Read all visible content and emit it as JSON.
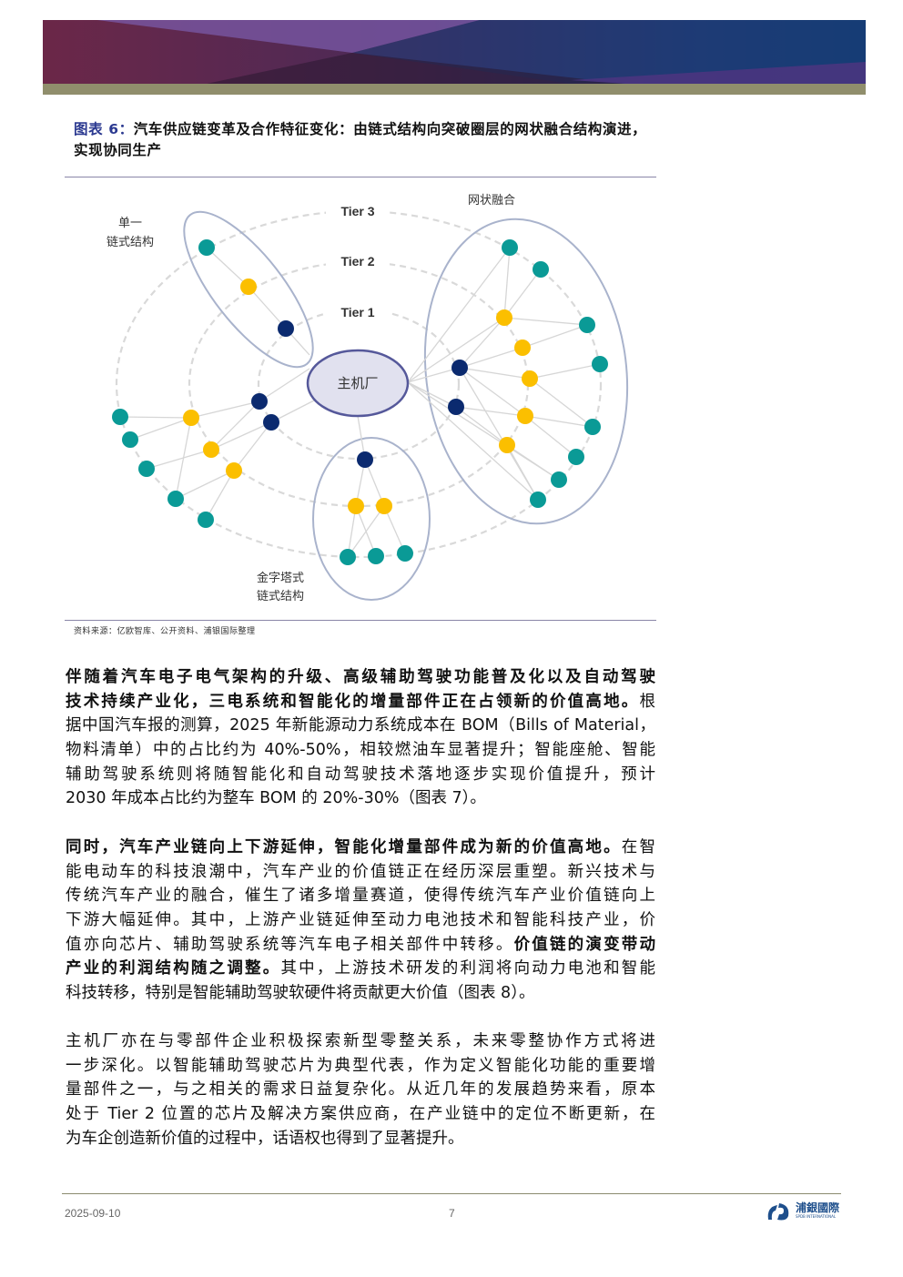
{
  "figure": {
    "number": "图表 6：",
    "title": "汽车供应链变革及合作特征变化：由链式结构向突破圈层的网状融合结构演进，实现协同生产",
    "source": "资料来源：亿欧智库、公开资料、浦银国际整理"
  },
  "diagram": {
    "center_label": "主机厂",
    "tiers": [
      "Tier 1",
      "Tier 2",
      "Tier 3"
    ],
    "group_single": [
      "单一",
      "链式结构"
    ],
    "group_pyramid": [
      "金字塔式",
      "链式结构"
    ],
    "group_mesh": "网状融合",
    "colors": {
      "tier1": "#0b2a6f",
      "tier2": "#fbbf00",
      "tier3": "#0a9a96",
      "group_outline": "#a9b3cc",
      "center_fill": "#e1e1ef",
      "center_stroke": "#55589a"
    }
  },
  "paragraphs": [
    {
      "lines": [
        [
          [
            "伴随着汽车电子电气架构的升级、高级辅助驾驶功能普及化以及自动驾驶",
            true
          ]
        ],
        [
          [
            "技术持续产业化，三电系统和智能化的增量部件正在占领新的价值高地。",
            true
          ],
          [
            "根",
            false
          ]
        ],
        [
          [
            "据中国汽车报的测算，2025 年新能源动力系统成本在 BOM（Bills of Material，",
            false
          ]
        ],
        [
          [
            "物料清单）中的占比约为 40%-50%，相较燃油车显著提升；智能座舱、智能",
            false
          ]
        ],
        [
          [
            "辅助驾驶系统则将随智能化和自动驾驶技术落地逐步实现价值提升，预计",
            false
          ]
        ],
        [
          [
            "2030 年成本占比约为整车 BOM 的 20%-30%（图表 7）。",
            false
          ]
        ]
      ]
    },
    {
      "lines": [
        [
          [
            "同时，汽车产业链向上下游延伸，智能化增量部件成为新的价值高地。",
            true
          ],
          [
            "在智",
            false
          ]
        ],
        [
          [
            "能电动车的科技浪潮中，汽车产业的价值链正在经历深层重塑。新兴技术与",
            false
          ]
        ],
        [
          [
            "传统汽车产业的融合，催生了诸多增量赛道，使得传统汽车产业价值链向上",
            false
          ]
        ],
        [
          [
            "下游大幅延伸。其中，上游产业链延伸至动力电池技术和智能科技产业，价",
            false
          ]
        ],
        [
          [
            "值亦向芯片、辅助驾驶系统等汽车电子相关部件中转移。",
            false
          ],
          [
            "价值链的演变带动",
            true
          ]
        ],
        [
          [
            "产业的利润结构随之调整。",
            true
          ],
          [
            "其中，上游技术研发的利润将向动力电池和智能",
            false
          ]
        ],
        [
          [
            "科技转移，特别是智能辅助驾驶软硬件将贡献更大价值（图表 8）。",
            false
          ]
        ]
      ]
    },
    {
      "lines": [
        [
          [
            "主机厂亦在与零部件企业积极探索新型零整关系，未来零整协作方式将进",
            false
          ]
        ],
        [
          [
            "一步深化。以智能辅助驾驶芯片为典型代表，作为定义智能化功能的重要增",
            false
          ]
        ],
        [
          [
            "量部件之一，与之相关的需求日益复杂化。从近几年的发展趋势来看，原本",
            false
          ]
        ],
        [
          [
            "处于 Tier 2 位置的芯片及解决方案供应商，在产业链中的定位不断更新，在",
            false
          ]
        ],
        [
          [
            "为车企创造新价值的过程中，话语权也得到了显著提升。",
            false
          ]
        ]
      ]
    }
  ],
  "footer": {
    "date": "2025-09-10",
    "page": "7",
    "logo_cn": "浦銀國際",
    "logo_en": "SPDB INTERNATIONAL"
  }
}
